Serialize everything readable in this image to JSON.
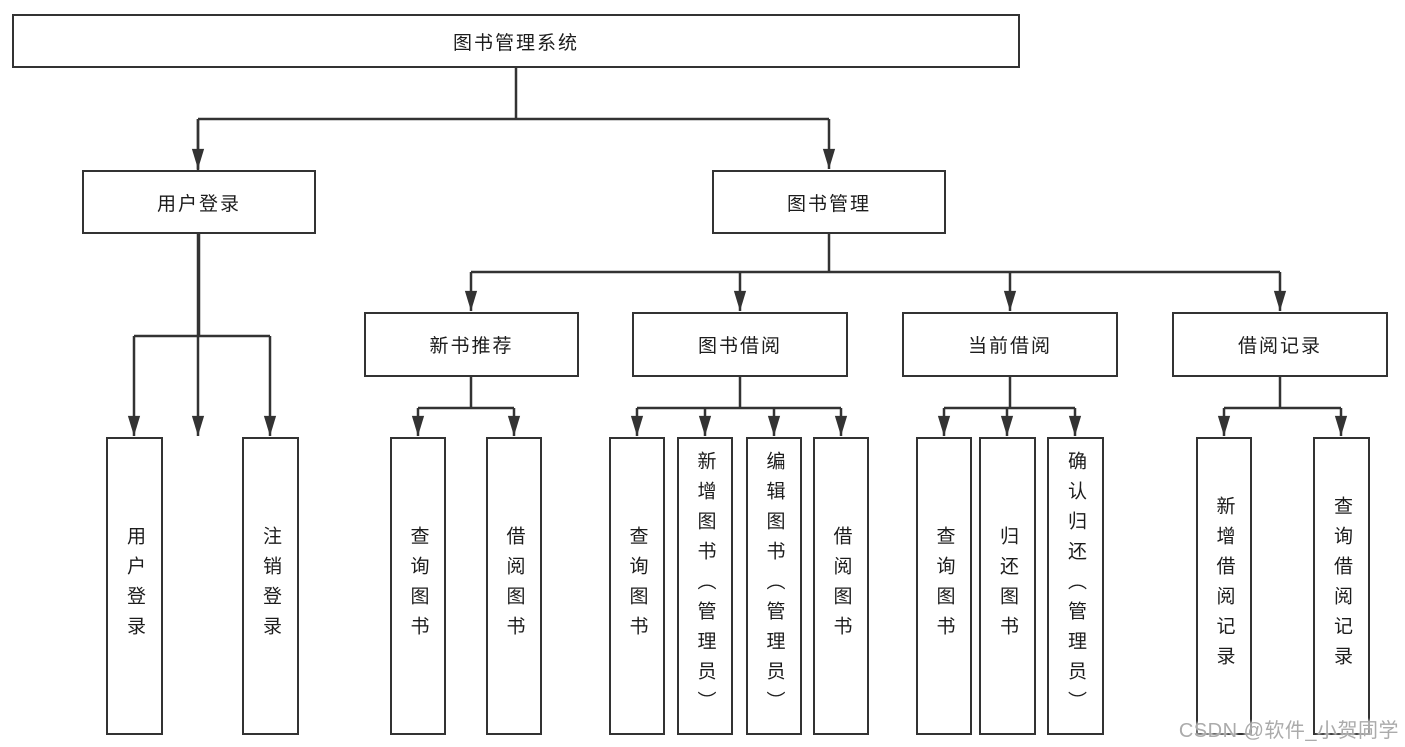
{
  "tree": {
    "label": "图书管理系统",
    "children": [
      {
        "label": "用户登录",
        "children": [
          {
            "label": "用户登录"
          },
          {
            "label": "注销登录"
          }
        ]
      },
      {
        "label": "图书管理",
        "children": [
          {
            "label": "新书推荐",
            "children": [
              {
                "label": "查询图书"
              },
              {
                "label": "借阅图书"
              }
            ]
          },
          {
            "label": "图书借阅",
            "children": [
              {
                "label": "查询图书"
              },
              {
                "label": "新增图书（管理员）"
              },
              {
                "label": "编辑图书（管理员）"
              },
              {
                "label": "借阅图书"
              }
            ]
          },
          {
            "label": "当前借阅",
            "children": [
              {
                "label": "查询图书"
              },
              {
                "label": "归还图书"
              },
              {
                "label": "确认归还（管理员）"
              }
            ]
          },
          {
            "label": "借阅记录",
            "children": [
              {
                "label": "新增借阅记录"
              },
              {
                "label": "查询借阅记录"
              }
            ]
          }
        ]
      }
    ]
  },
  "watermark": {
    "text": "CSDN @软件_小贺同学"
  },
  "colors": {
    "line": "#333333",
    "box_background": "#ffffff",
    "text": "#1c1c1c",
    "watermark": "#ababab"
  }
}
